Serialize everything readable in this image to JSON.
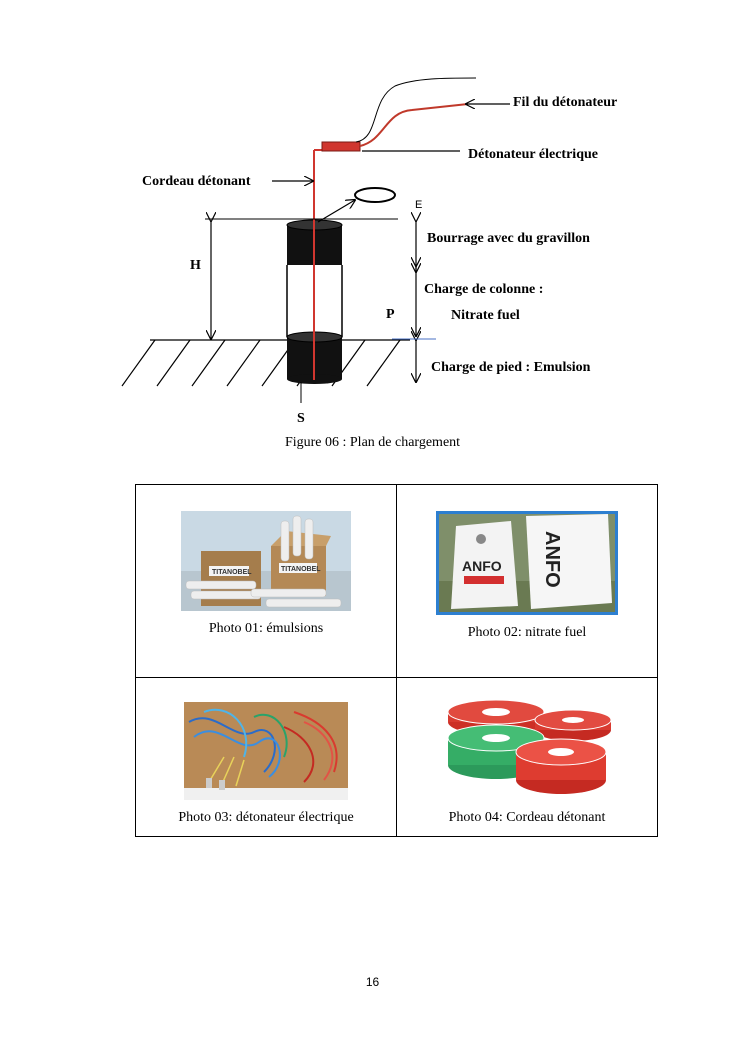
{
  "diagram": {
    "labels": {
      "fil_detonateur": "Fil du détonateur",
      "detonateur_electrique": "Détonateur électrique",
      "cordeau_detonant": "Cordeau détonant",
      "e": "E",
      "bourrage": "Bourrage avec du gravillon",
      "h": "H",
      "charge_colonne": "Charge de colonne :",
      "nitrate_fuel": "Nitrate fuel",
      "p": "P",
      "charge_pied": "Charge de pied : Emulsion",
      "s": "S"
    },
    "colors": {
      "cord_red": "#d0362f",
      "charge_black": "#111111"
    }
  },
  "figure_caption": "Figure 06 : Plan de chargement",
  "photos": [
    {
      "caption": "Photo 01: émulsions"
    },
    {
      "caption": "Photo 02: nitrate fuel"
    },
    {
      "caption": "Photo 03: détonateur électrique"
    },
    {
      "caption": "Photo 04: Cordeau détonant"
    }
  ],
  "photo_text": {
    "anfo": "ANFO",
    "titanobel": "TITANOBEL"
  },
  "page_number": "16"
}
